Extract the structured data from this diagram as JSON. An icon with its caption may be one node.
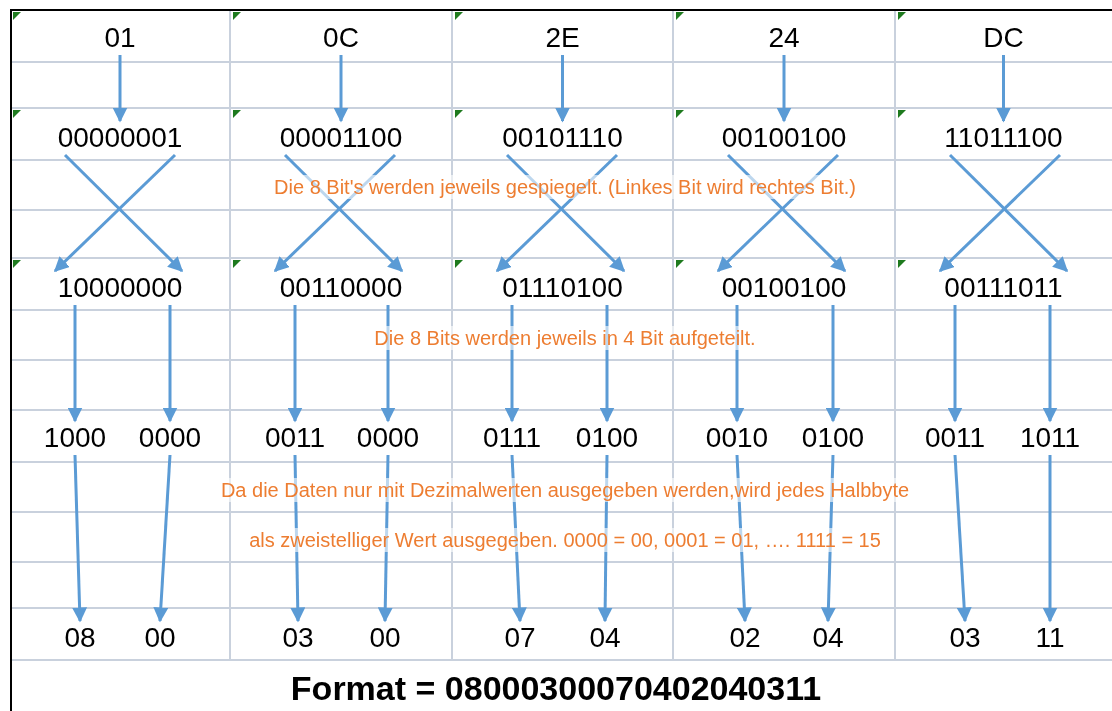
{
  "diagram": {
    "title": "Format = 08000300070402040311",
    "nodes": [
      {
        "text": [
          "01"
        ]
      },
      {
        "text": [
          "0C"
        ]
      },
      {
        "text": [
          "2E"
        ]
      },
      {
        "text": [
          "24"
        ]
      },
      {
        "text": [
          "DC"
        ]
      },
      {
        "text": [
          "00000001"
        ]
      },
      {
        "text": [
          "00001100"
        ]
      },
      {
        "text": [
          "00101110"
        ]
      },
      {
        "text": [
          "00100100"
        ]
      },
      {
        "text": [
          "11011100"
        ]
      },
      {
        "text": [
          "10000000"
        ]
      },
      {
        "text": [
          "00110000"
        ]
      },
      {
        "text": [
          "01110100"
        ]
      },
      {
        "text": [
          "00100100"
        ]
      },
      {
        "text": [
          "00111011"
        ]
      },
      {
        "text": [
          "1000"
        ]
      },
      {
        "text": [
          "0000"
        ]
      },
      {
        "text": [
          "0011"
        ]
      },
      {
        "text": [
          "0000"
        ]
      },
      {
        "text": [
          "0111"
        ]
      },
      {
        "text": [
          "0100"
        ]
      },
      {
        "text": [
          "0010"
        ]
      },
      {
        "text": [
          "0100"
        ]
      },
      {
        "text": [
          "0011"
        ]
      },
      {
        "text": [
          "1011"
        ]
      },
      {
        "text": [
          "08"
        ]
      },
      {
        "text": [
          "00"
        ]
      },
      {
        "text": [
          "03"
        ]
      },
      {
        "text": [
          "00"
        ]
      },
      {
        "text": [
          "07"
        ]
      },
      {
        "text": [
          "04"
        ]
      },
      {
        "text": [
          "02"
        ]
      },
      {
        "text": [
          "04"
        ]
      },
      {
        "text": [
          "03"
        ]
      },
      {
        "text": [
          "11"
        ]
      }
    ],
    "edges": [
      {
        "from": 0,
        "to": 5,
        "arrow": "to"
      },
      {
        "from": 1,
        "to": 6,
        "arrow": "to"
      },
      {
        "from": 2,
        "to": 7,
        "arrow": "to"
      },
      {
        "from": 3,
        "to": 8,
        "arrow": "to"
      },
      {
        "from": 4,
        "to": 9,
        "arrow": "to"
      },
      {
        "from": 5,
        "to": 10,
        "arrow": "to"
      },
      {
        "from": 5,
        "to": 10,
        "arrow": "to"
      },
      {
        "from": 6,
        "to": 11,
        "arrow": "to"
      },
      {
        "from": 6,
        "to": 11,
        "arrow": "to"
      },
      {
        "from": 7,
        "to": 12,
        "arrow": "to"
      },
      {
        "from": 7,
        "to": 12,
        "arrow": "to"
      },
      {
        "from": 8,
        "to": 13,
        "arrow": "to"
      },
      {
        "from": 8,
        "to": 13,
        "arrow": "to"
      },
      {
        "from": 9,
        "to": 14,
        "arrow": "to"
      },
      {
        "from": 9,
        "to": 14,
        "arrow": "to"
      },
      {
        "from": 10,
        "to": 15,
        "arrow": "to"
      },
      {
        "from": 10,
        "to": 16,
        "arrow": "to"
      },
      {
        "from": 11,
        "to": 17,
        "arrow": "to"
      },
      {
        "from": 11,
        "to": 18,
        "arrow": "to"
      },
      {
        "from": 12,
        "to": 19,
        "arrow": "to"
      },
      {
        "from": 12,
        "to": 20,
        "arrow": "to"
      },
      {
        "from": 13,
        "to": 21,
        "arrow": "to"
      },
      {
        "from": 13,
        "to": 22,
        "arrow": "to"
      },
      {
        "from": 14,
        "to": 23,
        "arrow": "to"
      },
      {
        "from": 14,
        "to": 24,
        "arrow": "to"
      },
      {
        "from": 15,
        "to": 25,
        "arrow": "to"
      },
      {
        "from": 16,
        "to": 26,
        "arrow": "to"
      },
      {
        "from": 17,
        "to": 27,
        "arrow": "to"
      },
      {
        "from": 18,
        "to": 28,
        "arrow": "to"
      },
      {
        "from": 19,
        "to": 29,
        "arrow": "to"
      },
      {
        "from": 20,
        "to": 30,
        "arrow": "to"
      },
      {
        "from": 21,
        "to": 31,
        "arrow": "to"
      },
      {
        "from": 22,
        "to": 32,
        "arrow": "to"
      },
      {
        "from": 23,
        "to": 33,
        "arrow": "to"
      },
      {
        "from": 24,
        "to": 34,
        "arrow": "to"
      }
    ],
    "labels": [
      "Die 8 Bit's werden jeweils gespiegelt. (Linkes Bit wird rechtes Bit.)",
      "Die 8 Bits werden jeweils in 4 Bit aufgeteilt.",
      "Da die Daten nur mit Dezimalwerten ausgegeben werden,wird jedes Halbbyte",
      "als zweistelliger Wert ausgegeben. 0000 = 00, 0001 = 01, …. 1111 = 15"
    ]
  }
}
